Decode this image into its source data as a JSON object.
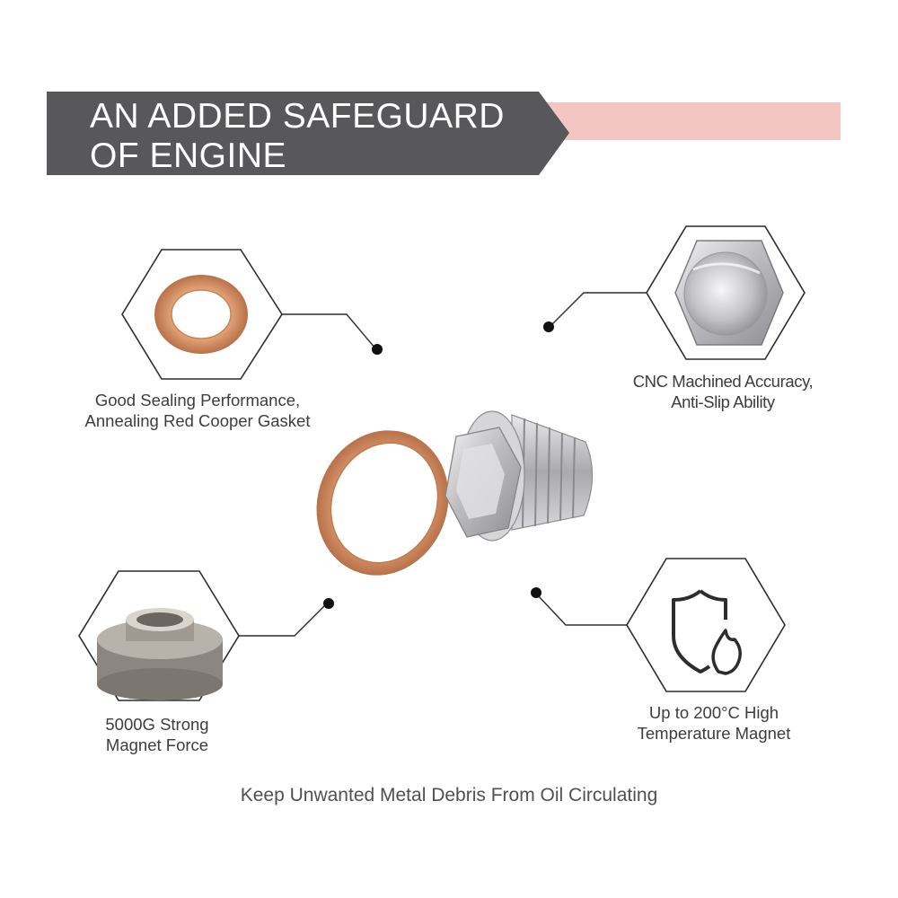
{
  "banner": {
    "title_line1": "AN ADDED SAFEGUARD",
    "title_line2": "OF ENGINE",
    "band_color": "#58585a",
    "accent_color": "#f3c6c3"
  },
  "features": [
    {
      "icon": "copper-gasket-icon",
      "line1": "Good Sealing Performance,",
      "line2": "Annealing Red Cooper Gasket"
    },
    {
      "icon": "machined-hex-head-icon",
      "line1": "CNC Machined Accuracy,",
      "line2": "Anti-Slip Ability"
    },
    {
      "icon": "magnet-ring-icon",
      "line1": "5000G Strong",
      "line2": "Magnet Force"
    },
    {
      "icon": "shield-flame-icon",
      "line1": "Up to 200°C High",
      "line2": "Temperature Magnet"
    }
  ],
  "product": {
    "items": [
      "copper-washer-icon",
      "drain-plug-icon"
    ],
    "copper_color": "#d2946a",
    "steel_color": "#c9c9cc"
  },
  "tagline": "Keep Unwanted Metal Debris From Oil Circulating"
}
